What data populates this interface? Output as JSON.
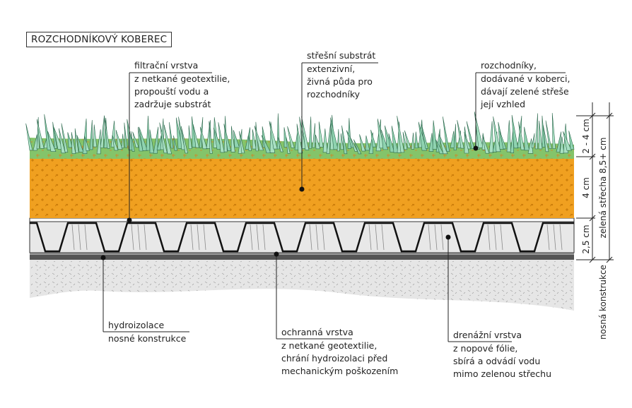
{
  "title": "ROZCHODNÍKOVÝ KOBEREC",
  "labels": {
    "filtracni": [
      "filtrační vrstva",
      "z netkané geotextilie,",
      "propouští vodu a",
      "zadržuje substrát"
    ],
    "substrat": [
      "střešní substrát",
      "extenzivní,",
      "živná půda pro",
      "rozchodníky"
    ],
    "rozchodniky": [
      "rozchodníky,",
      "dodávané v koberci,",
      "dávají zelené střeše",
      "její vzhled"
    ],
    "hydroizolace": [
      "hydroizolace",
      "nosné konstrukce"
    ],
    "ochranna": [
      "ochranná vrstva",
      "z netkané geotextilie,",
      "chrání hydroizolaci před",
      "mechanickým poškozením"
    ],
    "drenazni": [
      "drenážní vrstva",
      "z nopové fólie,",
      "sbírá a odvádí vodu",
      "mimo zelenou střechu"
    ]
  },
  "dimensions": {
    "vegetation": "2 - 4 cm",
    "substrate": "4 cm",
    "drainage": "2,5 cm",
    "total": "zelená střecha 8,5+ cm",
    "structure": "nosná konstrukce"
  },
  "colors": {
    "vegetation": "#8fd3b0",
    "vegetation_base": "#84c46a",
    "substrate": "#f0a020",
    "drainage_bg": "#e8e8e8",
    "structure": "#e6e6e6"
  }
}
